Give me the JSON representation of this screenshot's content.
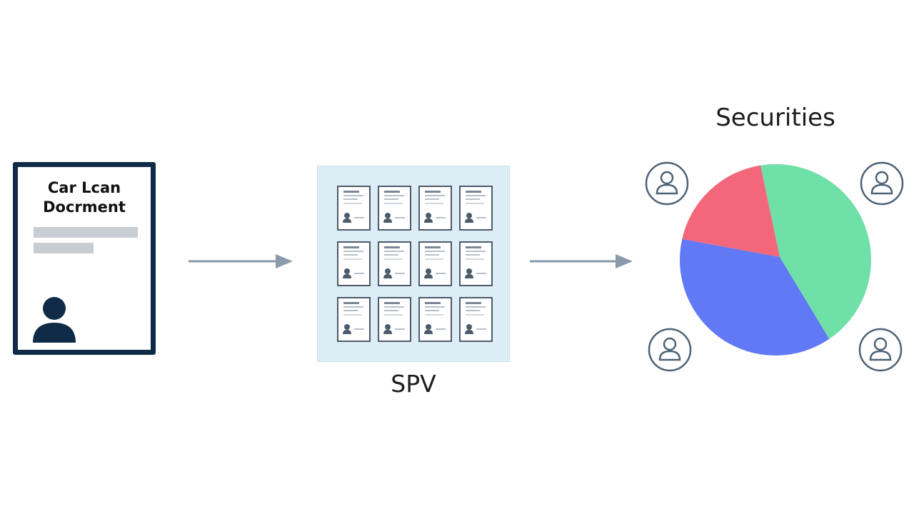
{
  "loan_document": {
    "title": "Car Lcan\nDocrment",
    "icon": "person-icon"
  },
  "spv": {
    "label": "SPV",
    "document_count": 12,
    "icon": "document-icon"
  },
  "securities": {
    "title": "Securities",
    "investor_icon": "user-circle-icon",
    "investor_count": 4
  },
  "colors": {
    "navy": "#0f2b47",
    "arrow": "#8a9aab",
    "spv_fill": "#dcedf6",
    "slice_green": "#6ee0a8",
    "slice_red": "#f4677a",
    "slice_blue": "#6279f5",
    "investor": "#4d6275"
  },
  "chart_data": {
    "type": "pie",
    "title": "Securities",
    "slices": [
      {
        "color": "#6ee0a8",
        "value": 43
      },
      {
        "color": "#6279f5",
        "value": 38
      },
      {
        "color": "#f4677a",
        "value": 19
      }
    ]
  }
}
